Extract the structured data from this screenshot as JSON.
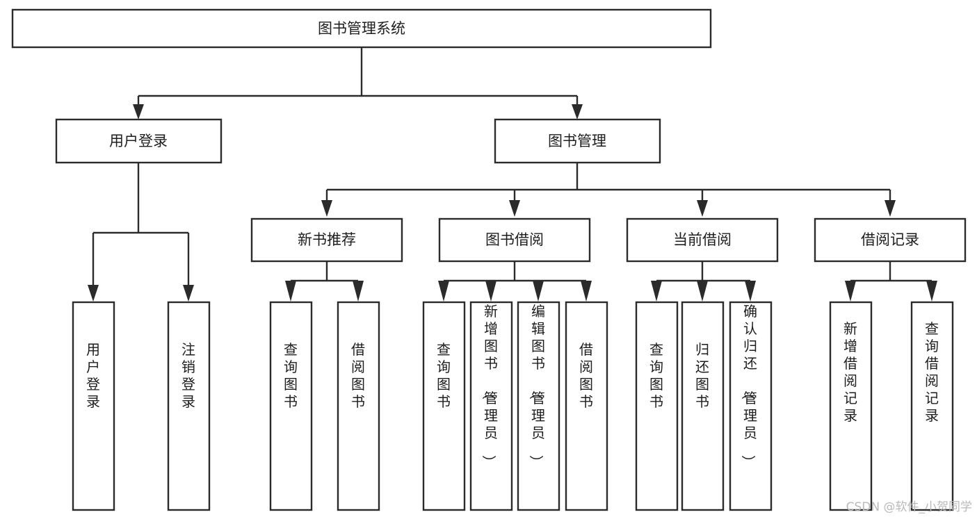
{
  "diagram": {
    "title": "图书管理系统",
    "type": "functional-structure-tree",
    "watermark": "CSDN @软件_小贺同学",
    "colors": {
      "stroke": "#2b2b2b",
      "fill": "#ffffff",
      "text": "#1d1d1d",
      "watermark": "#b9b9b9"
    },
    "nodes": {
      "root": {
        "label": "图书管理系统",
        "level": 0,
        "orientation": "horizontal"
      },
      "level1": [
        {
          "id": "user-login",
          "label": "用户登录",
          "orientation": "horizontal"
        },
        {
          "id": "book-management",
          "label": "图书管理",
          "orientation": "horizontal"
        }
      ],
      "level2": [
        {
          "id": "new-book-recommend",
          "label": "新书推荐",
          "parent": "book-management",
          "orientation": "horizontal"
        },
        {
          "id": "book-borrow",
          "label": "图书借阅",
          "parent": "book-management",
          "orientation": "horizontal"
        },
        {
          "id": "current-borrow",
          "label": "当前借阅",
          "parent": "book-management",
          "orientation": "horizontal"
        },
        {
          "id": "borrow-record",
          "label": "借阅记录",
          "parent": "book-management",
          "orientation": "horizontal"
        }
      ],
      "leaves": [
        {
          "id": "leaf-user-login",
          "label": "用户登录",
          "parent": "user-login",
          "orientation": "vertical"
        },
        {
          "id": "leaf-user-logout",
          "label": "注销登录",
          "parent": "user-login",
          "orientation": "vertical"
        },
        {
          "id": "leaf-query-book-1",
          "label": "查询图书",
          "parent": "new-book-recommend",
          "orientation": "vertical"
        },
        {
          "id": "leaf-borrow-book-1",
          "label": "借阅图书",
          "parent": "new-book-recommend",
          "orientation": "vertical"
        },
        {
          "id": "leaf-query-book-2",
          "label": "查询图书",
          "parent": "book-borrow",
          "orientation": "vertical"
        },
        {
          "id": "leaf-add-book",
          "label": "新增图书（管理员）",
          "parent": "book-borrow",
          "orientation": "vertical"
        },
        {
          "id": "leaf-edit-book",
          "label": "编辑图书（管理员）",
          "parent": "book-borrow",
          "orientation": "vertical"
        },
        {
          "id": "leaf-borrow-book-2",
          "label": "借阅图书",
          "parent": "book-borrow",
          "orientation": "vertical"
        },
        {
          "id": "leaf-query-book-3",
          "label": "查询图书",
          "parent": "current-borrow",
          "orientation": "vertical"
        },
        {
          "id": "leaf-return-book",
          "label": "归还图书",
          "parent": "current-borrow",
          "orientation": "vertical"
        },
        {
          "id": "leaf-confirm-return",
          "label": "确认归还（管理员）",
          "parent": "current-borrow",
          "orientation": "vertical"
        },
        {
          "id": "leaf-add-record",
          "label": "新增借阅记录",
          "parent": "borrow-record",
          "orientation": "vertical"
        },
        {
          "id": "leaf-query-record",
          "label": "查询借阅记录",
          "parent": "borrow-record",
          "orientation": "vertical"
        }
      ]
    }
  }
}
